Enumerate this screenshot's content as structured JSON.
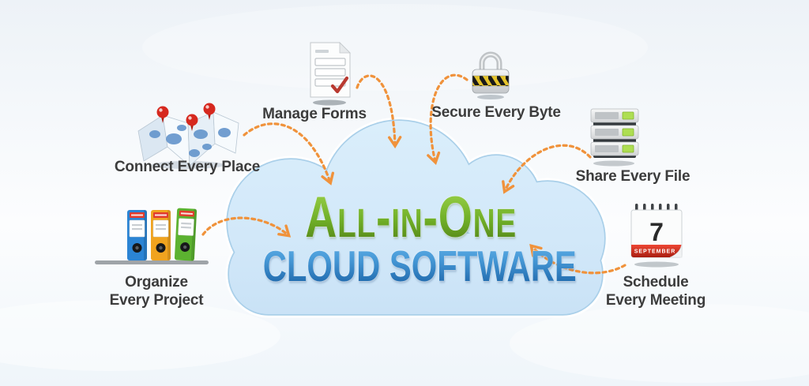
{
  "title": {
    "line1": "All-in-One",
    "line2": "CLOUD SOFTWARE"
  },
  "features": [
    {
      "label": "Connect Every Place",
      "icon": "map-icon"
    },
    {
      "label": "Manage Forms",
      "icon": "document-form-icon"
    },
    {
      "label": "Secure Every Byte",
      "icon": "padlock-icon"
    },
    {
      "label": "Share Every File",
      "icon": "server-stack-icon"
    },
    {
      "label_line1": "Schedule",
      "label_line2": "Every Meeting",
      "icon": "calendar-icon",
      "calendar": {
        "day": "7",
        "month": "SEPTEMBER"
      }
    },
    {
      "label_line1": "Organize",
      "label_line2": "Every Project",
      "icon": "binders-icon"
    }
  ],
  "colors": {
    "arrow_orange": "#f0923b",
    "cloud_fill": "#d5eafa",
    "cloud_border": "#a9cfe9",
    "title_green": "#6fae27",
    "title_blue": "#2c77bd",
    "label_text": "#3c3c3c",
    "pin_red": "#cf2218",
    "led_green": "#aede52"
  }
}
